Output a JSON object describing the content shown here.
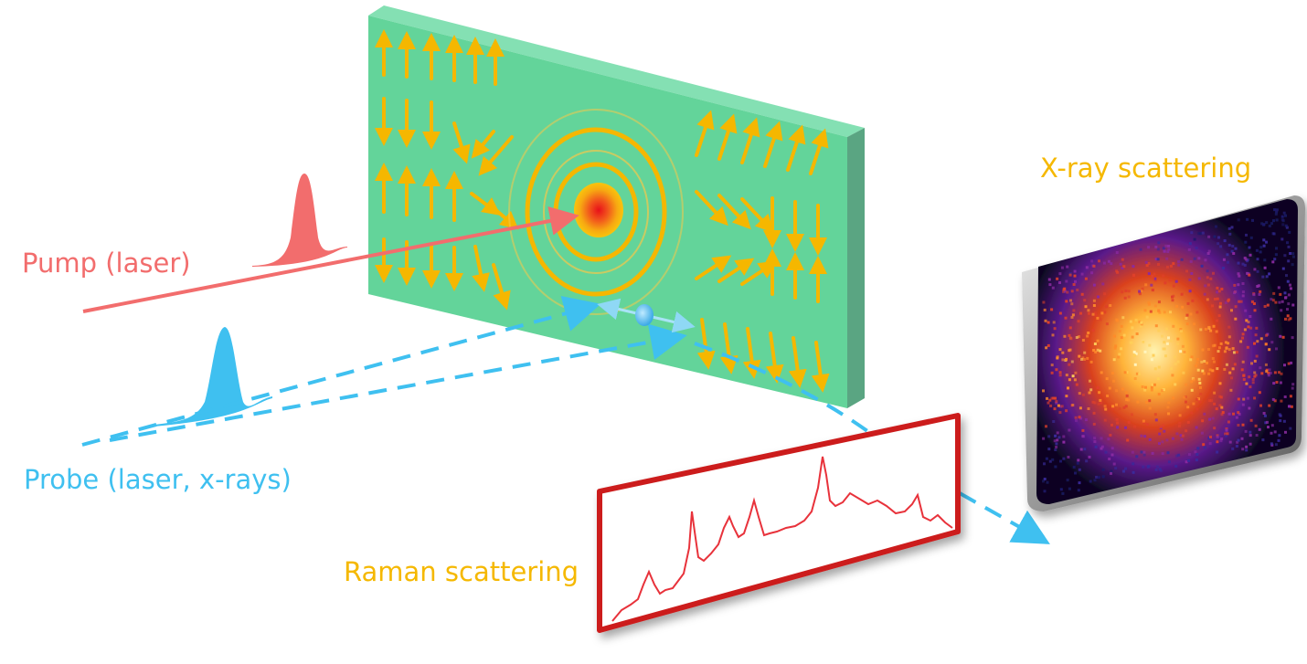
{
  "labels": {
    "pump": "Pump (laser)",
    "probe": "Probe (laser, x-rays)",
    "raman": "Raman scattering",
    "xray": "X-ray scattering"
  },
  "colors": {
    "pump": "#f26d6d",
    "probe": "#3fc0f0",
    "label_orange": "#f5b800",
    "sample_face": "#63d49a",
    "sample_top": "#84e0b3",
    "sample_side": "#5aa582",
    "arrow": "#f5b700",
    "raman_frame": "#cc1b1b",
    "raman_trace": "#e8323a"
  },
  "spin_arrows": {
    "left_up_row1": "up",
    "left_down_row2": "down",
    "left_up_row3": "up",
    "left_down_row4": "down",
    "right_up_row1": "up",
    "right_mixed_row2": "down-right",
    "right_mixed_row3": "up-right",
    "right_down_row4": "down"
  },
  "icons": [
    "pump-pulse-icon",
    "probe-pulse-icon",
    "magnon-icon",
    "excitation-spot-icon"
  ]
}
